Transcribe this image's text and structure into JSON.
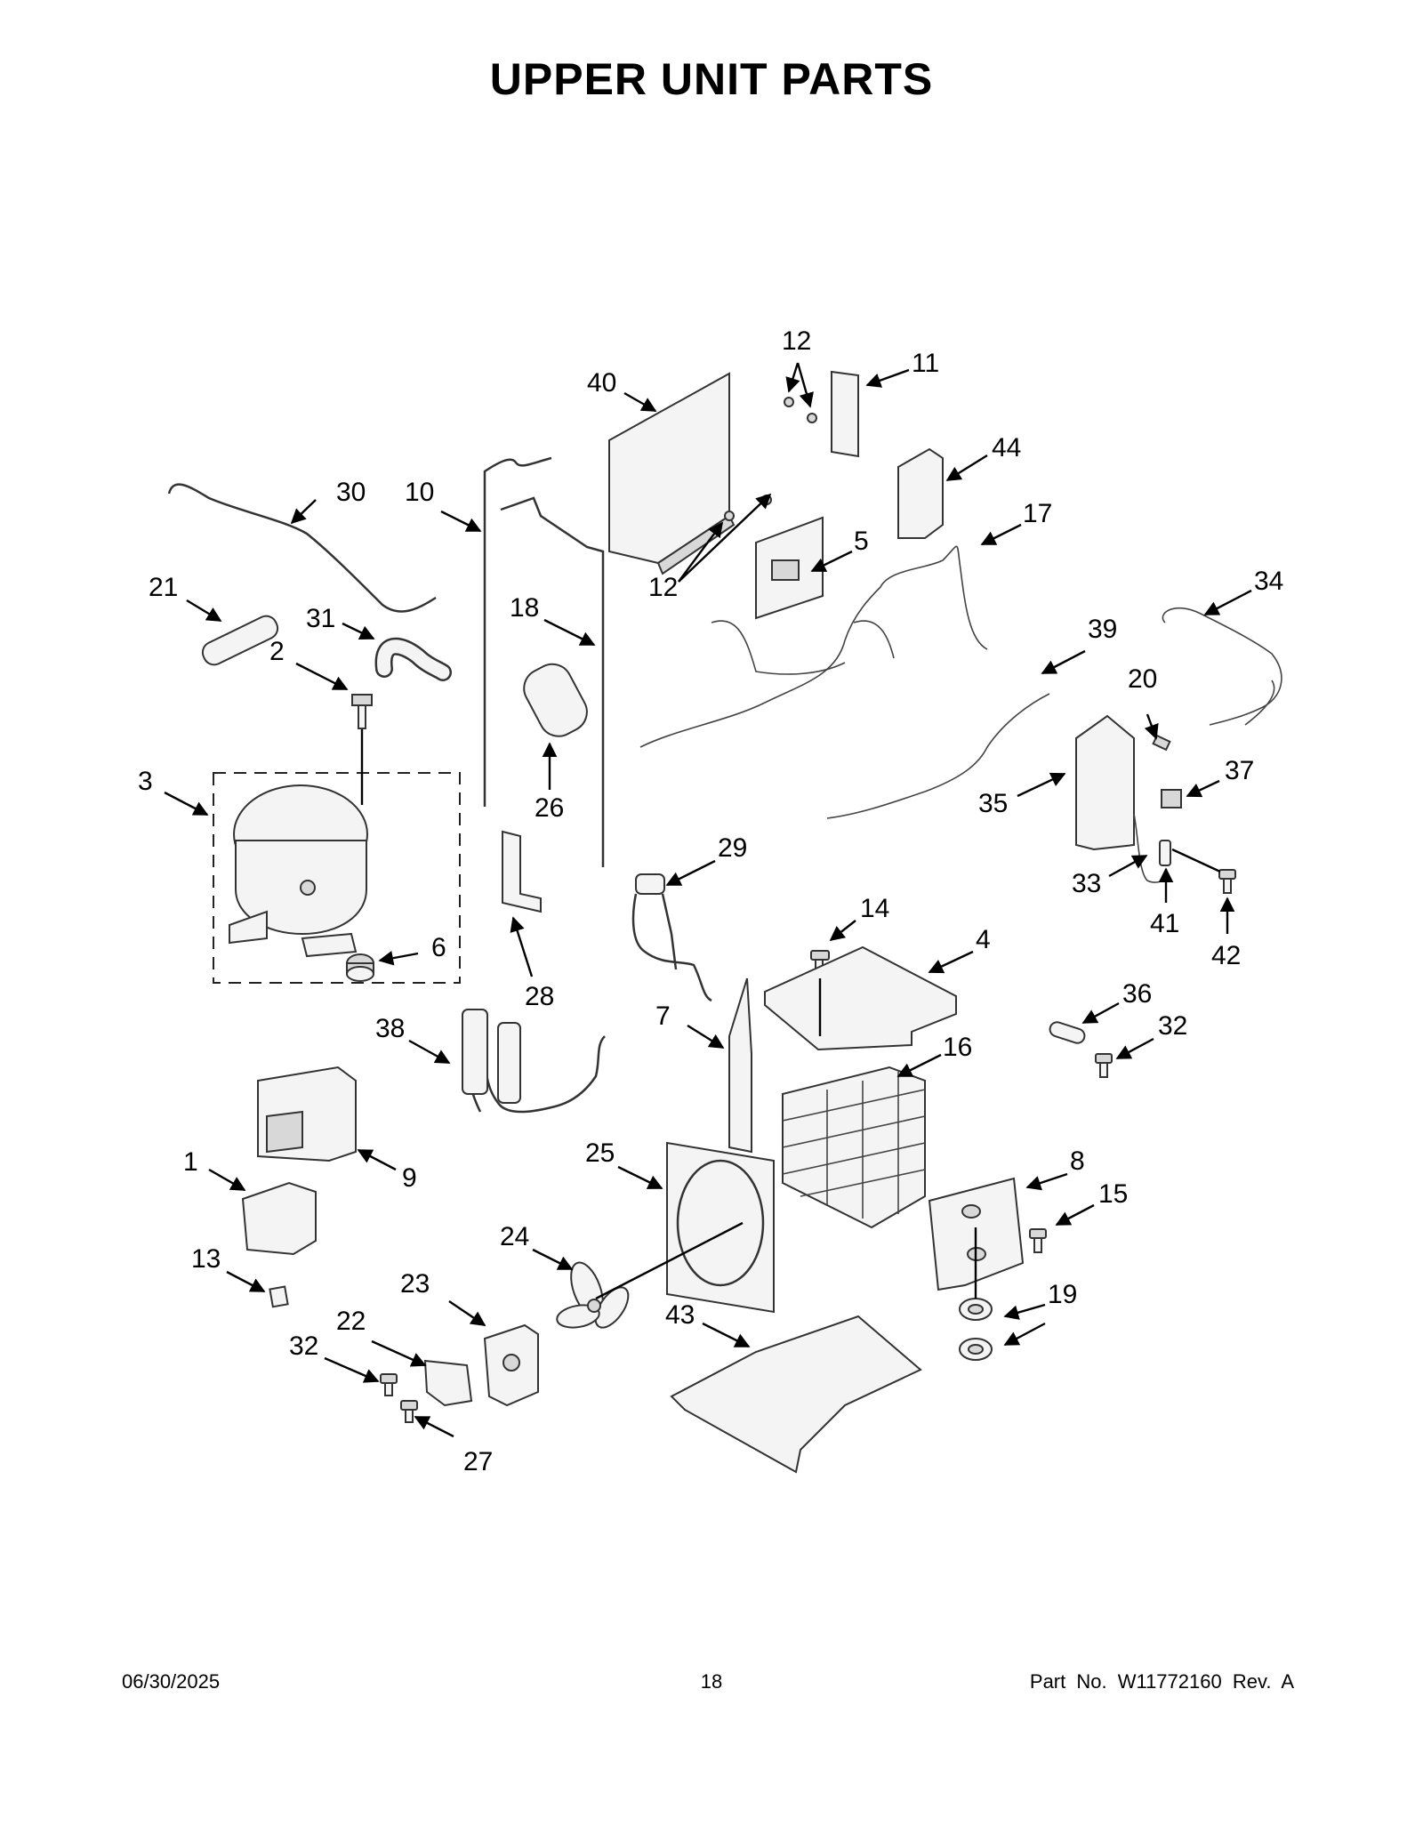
{
  "title": "UPPER UNIT PARTS",
  "footer": {
    "date": "06/30/2025",
    "page": "18",
    "part_no": "Part No.  W11772160  Rev.  A"
  },
  "callouts": {
    "c1": "1",
    "c2": "2",
    "c3": "3",
    "c4": "4",
    "c5": "5",
    "c6": "6",
    "c7": "7",
    "c8": "8",
    "c9": "9",
    "c10": "10",
    "c11": "11",
    "c12a": "12",
    "c12b": "12",
    "c13": "13",
    "c14": "14",
    "c15": "15",
    "c16": "16",
    "c17": "17",
    "c18": "18",
    "c19": "19",
    "c20": "20",
    "c21": "21",
    "c22": "22",
    "c23": "23",
    "c24": "24",
    "c25": "25",
    "c26": "26",
    "c27": "27",
    "c28": "28",
    "c29": "29",
    "c30": "30",
    "c31": "31",
    "c32a": "32",
    "c32b": "32",
    "c33": "33",
    "c34": "34",
    "c35": "35",
    "c36": "36",
    "c37": "37",
    "c38": "38",
    "c39": "39",
    "c40": "40",
    "c41": "41",
    "c42": "42",
    "c43": "43",
    "c44": "44"
  }
}
